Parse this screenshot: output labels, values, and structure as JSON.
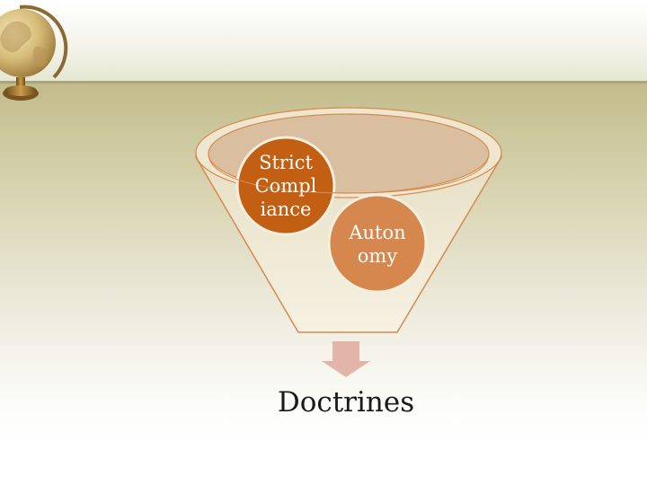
{
  "diagram": {
    "type": "funnel",
    "inputs": [
      {
        "label": "Strict\nCompl\niance"
      },
      {
        "label": "Auton\nomy"
      }
    ],
    "output": {
      "label": "Doctrines"
    }
  },
  "colors": {
    "header_rule": "#a9a47a",
    "background_top": "#c2bc8b",
    "funnel_fill": "#efe8d0",
    "funnel_outline": "#d68a4e",
    "funnel_mouth": "#d9bfa0",
    "circle_dark": "#c35f12",
    "circle_light": "#d6874d",
    "arrow": "#e3b5a8"
  },
  "icons": {
    "decoration": "globe-icon",
    "flow": "down-arrow-icon"
  }
}
